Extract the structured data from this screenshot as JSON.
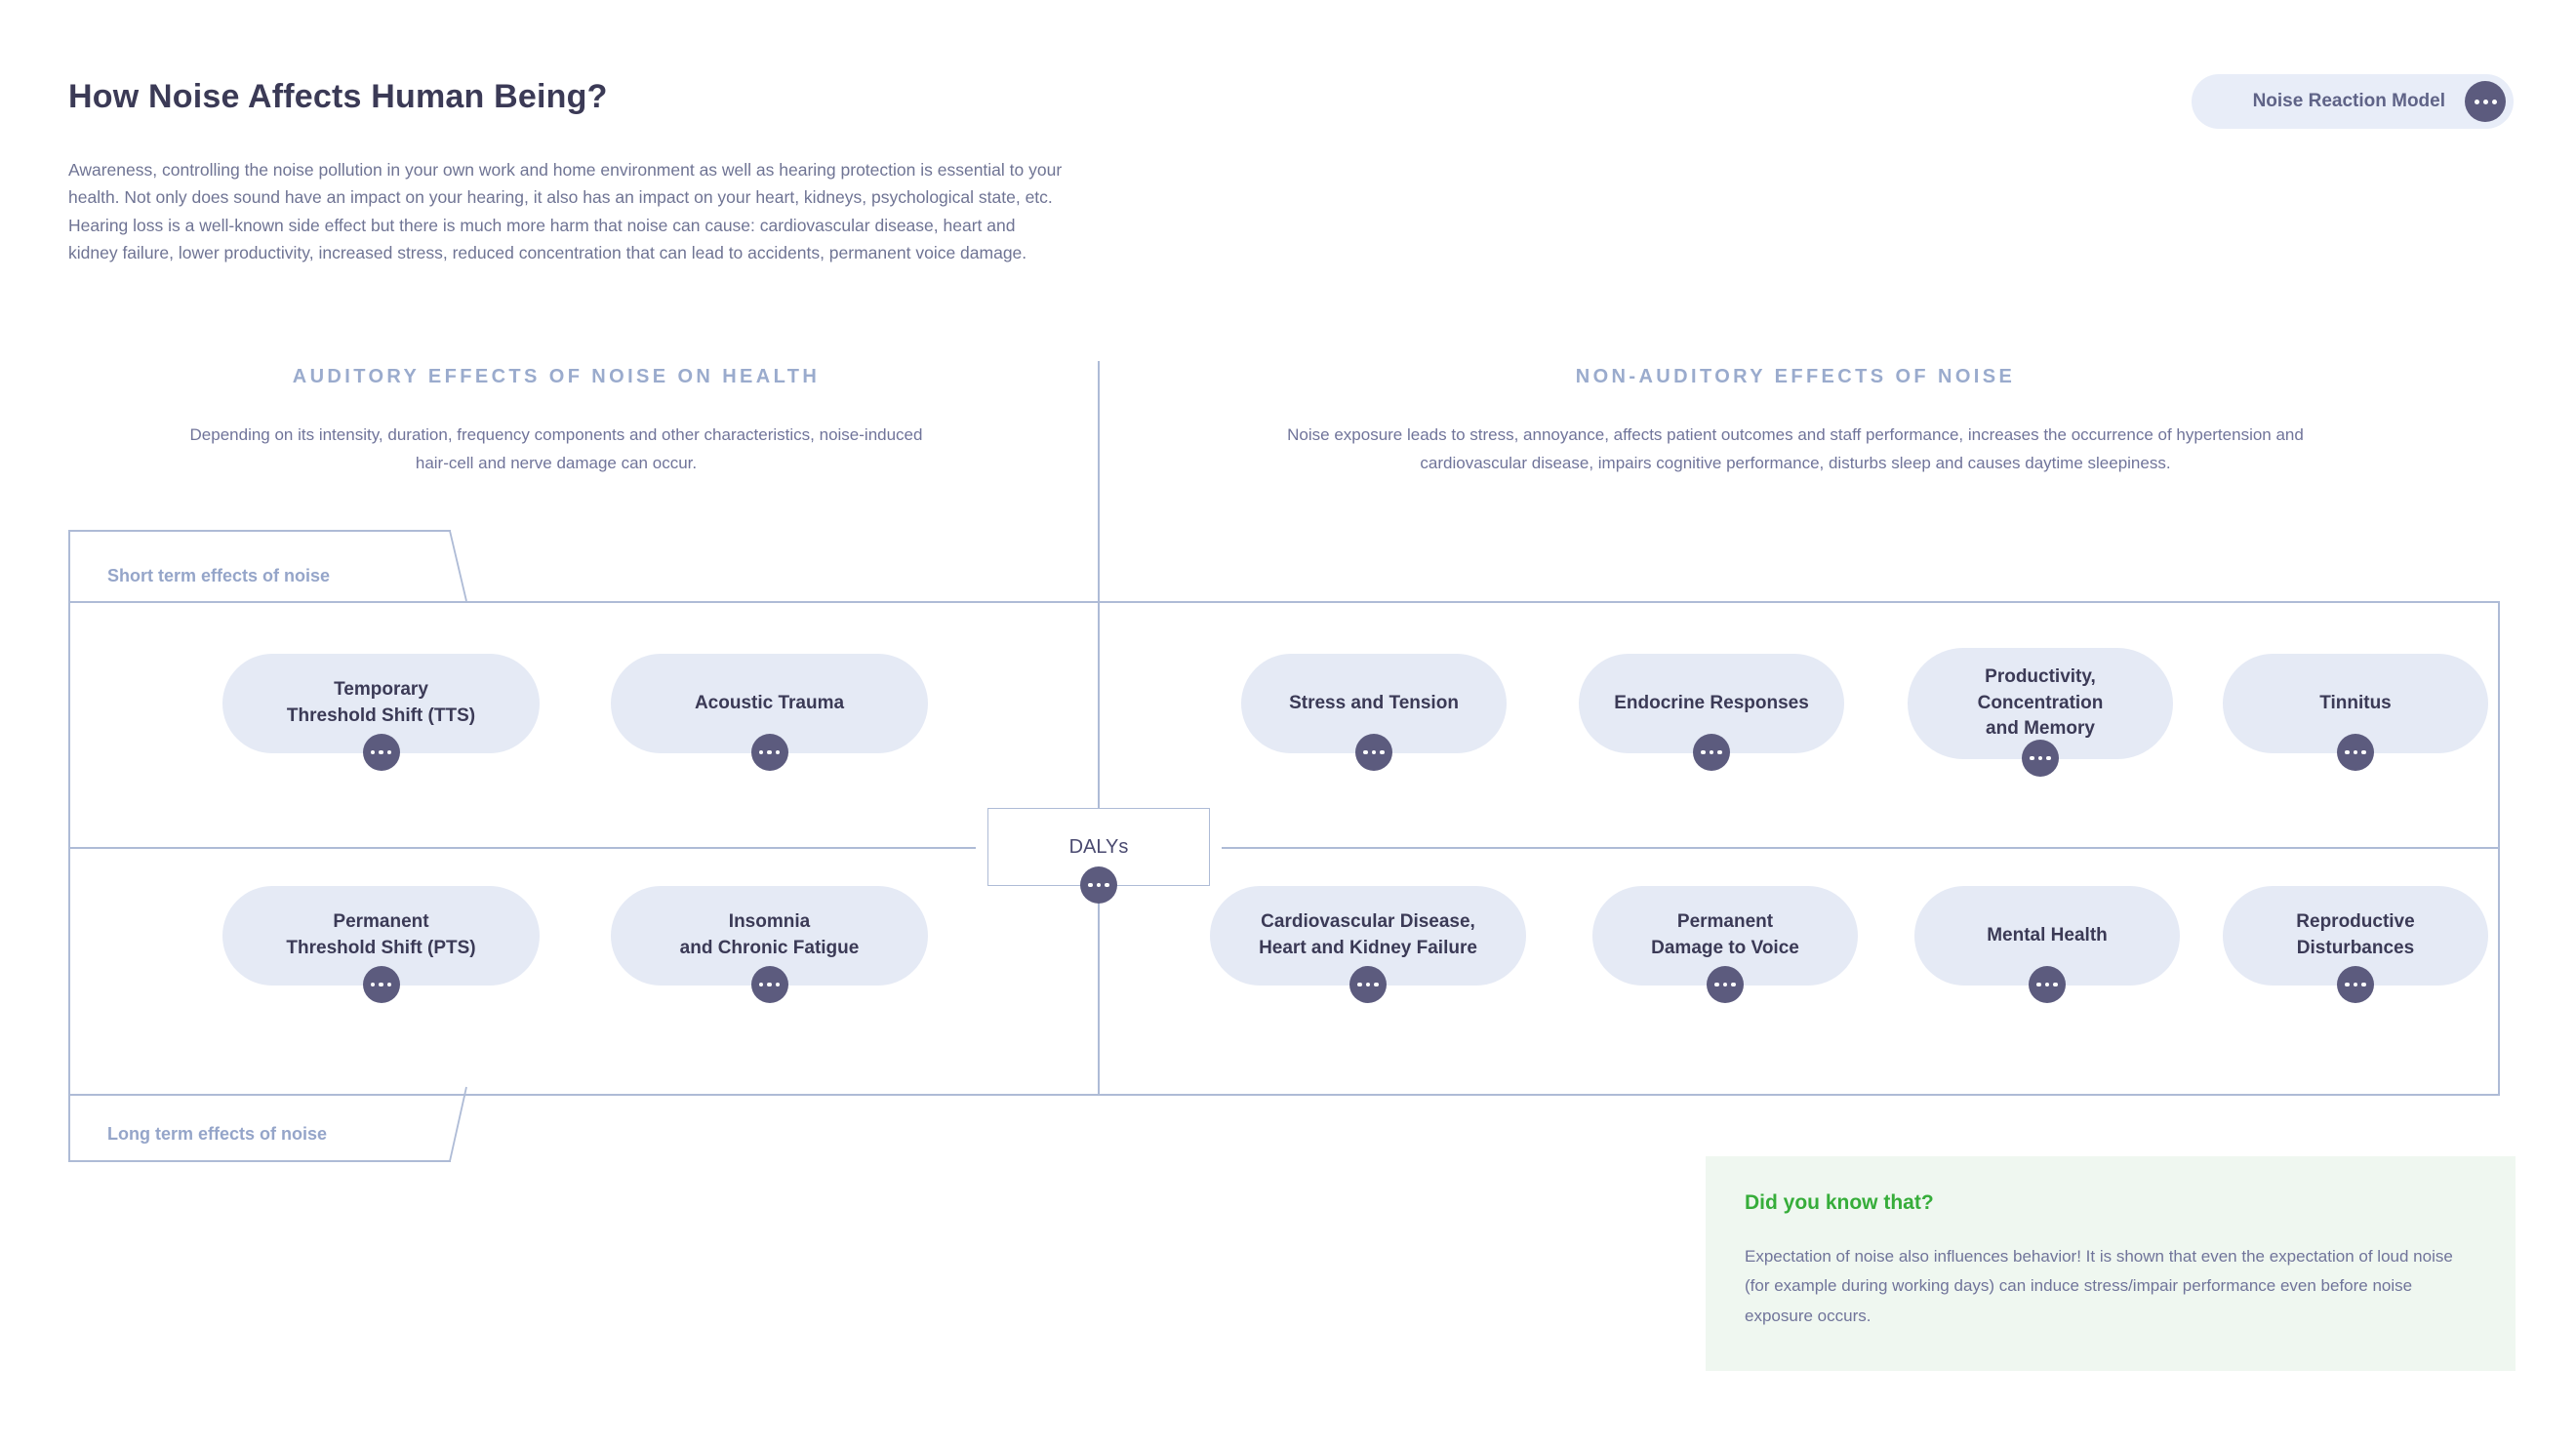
{
  "header": {
    "title": "How Noise Affects Human Being?",
    "intro": "Awareness, controlling the noise pollution in your own work and home environment as well as hearing protection is essential to your health. Not only does sound have an impact on your hearing, it also has an impact on your heart, kidneys, psychological state, etc. Hearing loss is a well-known side effect but there is much more harm that noise can cause: cardiovascular disease, heart and kidney failure, lower productivity, increased stress, reduced concentration that can lead to accidents, permanent voice damage.",
    "badge_label": "Noise Reaction Model"
  },
  "columns": {
    "left": {
      "heading": "AUDITORY EFFECTS OF NOISE ON HEALTH",
      "subtitle": "Depending on its intensity, duration, frequency components and other characteristics, noise-induced hair-cell and nerve damage can occur."
    },
    "right": {
      "heading": "NON-AUDITORY EFFECTS OF NOISE",
      "subtitle": "Noise exposure leads to stress, annoyance, affects patient outcomes and staff performance, increases the occurrence of hypertension and cardiovascular disease, impairs cognitive performance, disturbs sleep and causes daytime sleepiness."
    }
  },
  "tabs": {
    "short_term": "Short term effects of noise",
    "long_term": "Long term effects of noise"
  },
  "center": {
    "dalys_label": "DALYs"
  },
  "nodes": {
    "auditory_short": [
      {
        "line1": "Temporary",
        "line2": "Threshold Shift (TTS)"
      },
      {
        "line1": "Acoustic Trauma",
        "line2": ""
      }
    ],
    "auditory_long": [
      {
        "line1": "Permanent",
        "line2": "Threshold Shift (PTS)"
      },
      {
        "line1": "Insomnia",
        "line2": "and Chronic Fatigue"
      }
    ],
    "nonauditory_short": [
      {
        "line1": "Stress and Tension",
        "line2": "",
        "line3": ""
      },
      {
        "line1": "Endocrine Responses",
        "line2": "",
        "line3": ""
      },
      {
        "line1": "Productivity,",
        "line2": "Concentration",
        "line3": "and Memory"
      },
      {
        "line1": "Tinnitus",
        "line2": "",
        "line3": ""
      }
    ],
    "nonauditory_long": [
      {
        "line1": "Cardiovascular Disease,",
        "line2": "Heart and Kidney Failure"
      },
      {
        "line1": "Permanent",
        "line2": "Damage to Voice"
      },
      {
        "line1": "Mental Health",
        "line2": ""
      },
      {
        "line1": "Reproductive",
        "line2": "Disturbances"
      }
    ]
  },
  "did_you_know": {
    "title": "Did you know that?",
    "body": "Expectation of noise also influences behavior! It is shown that even the expectation of loud noise (for example during working days) can induce stress/impair performance even before noise exposure occurs."
  },
  "colors": {
    "accent_purple": "#5c5b7e",
    "pill_bg": "#e5eaf5",
    "line": "#aebbd6",
    "heading_blue": "#9aabcd",
    "green": "#36ad3a",
    "green_bg": "#eff7f0"
  }
}
